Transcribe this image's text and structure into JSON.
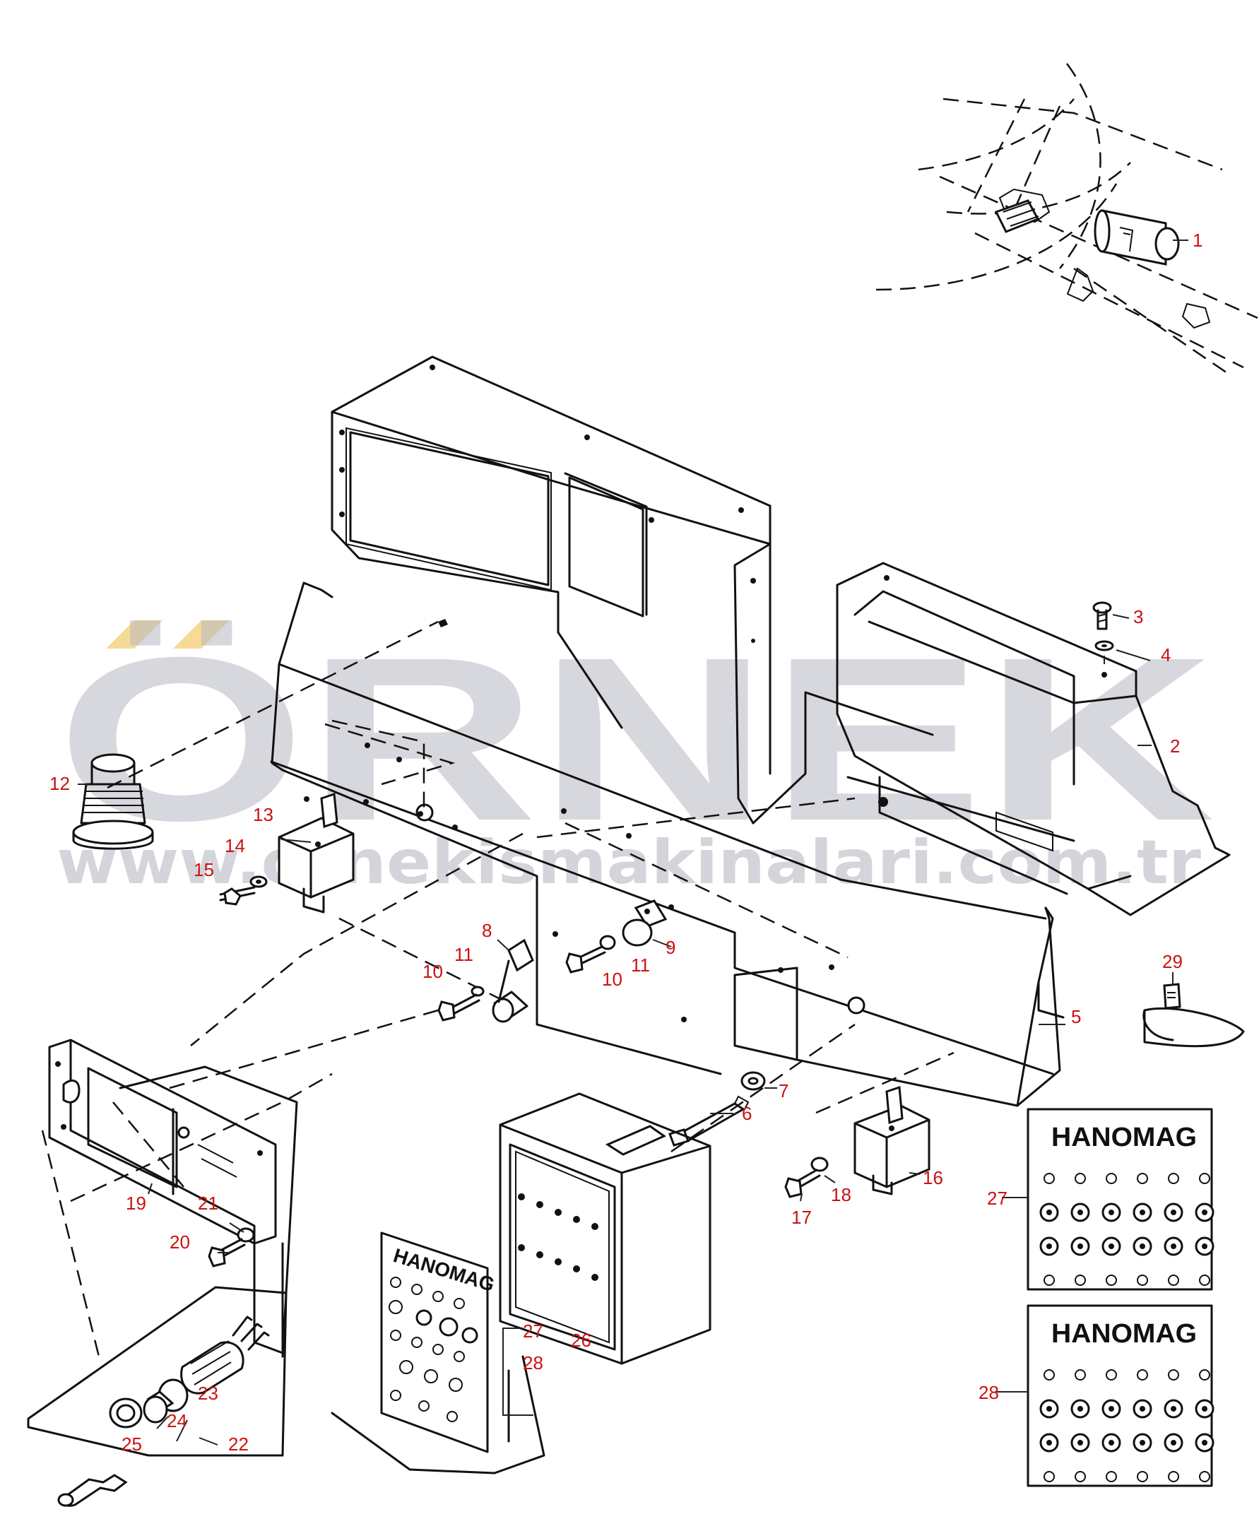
{
  "watermark": {
    "brand": "ÖRNEK",
    "url": "www.ornekismakinalari.com.tr",
    "color": "#b8b8c4",
    "accent_color": "#f2d27a"
  },
  "label_color": "#cc1111",
  "callouts": [
    {
      "id": "c1",
      "text": "1"
    },
    {
      "id": "c2",
      "text": "2"
    },
    {
      "id": "c3",
      "text": "3"
    },
    {
      "id": "c4",
      "text": "4"
    },
    {
      "id": "c5",
      "text": "5"
    },
    {
      "id": "c6",
      "text": "6"
    },
    {
      "id": "c7",
      "text": "7"
    },
    {
      "id": "c8",
      "text": "8"
    },
    {
      "id": "c9",
      "text": "9"
    },
    {
      "id": "c10a",
      "text": "10"
    },
    {
      "id": "c10b",
      "text": "10"
    },
    {
      "id": "c11a",
      "text": "11"
    },
    {
      "id": "c11b",
      "text": "11"
    },
    {
      "id": "c12",
      "text": "12"
    },
    {
      "id": "c13",
      "text": "13"
    },
    {
      "id": "c14",
      "text": "14"
    },
    {
      "id": "c15",
      "text": "15"
    },
    {
      "id": "c16",
      "text": "16"
    },
    {
      "id": "c17",
      "text": "17"
    },
    {
      "id": "c18",
      "text": "18"
    },
    {
      "id": "c19",
      "text": "19"
    },
    {
      "id": "c20",
      "text": "20"
    },
    {
      "id": "c21",
      "text": "21"
    },
    {
      "id": "c22",
      "text": "22"
    },
    {
      "id": "c23",
      "text": "23"
    },
    {
      "id": "c24",
      "text": "24"
    },
    {
      "id": "c25",
      "text": "25"
    },
    {
      "id": "c26",
      "text": "26"
    },
    {
      "id": "c27a",
      "text": "27"
    },
    {
      "id": "c27b",
      "text": "27"
    },
    {
      "id": "c28a",
      "text": "28"
    },
    {
      "id": "c28b",
      "text": "28"
    },
    {
      "id": "c29",
      "text": "29"
    }
  ],
  "decals": {
    "brand_text": "HANOMAG",
    "decal_27": {
      "rows": 4,
      "cols": 6
    },
    "decal_28": {
      "rows": 4,
      "cols": 6
    }
  }
}
